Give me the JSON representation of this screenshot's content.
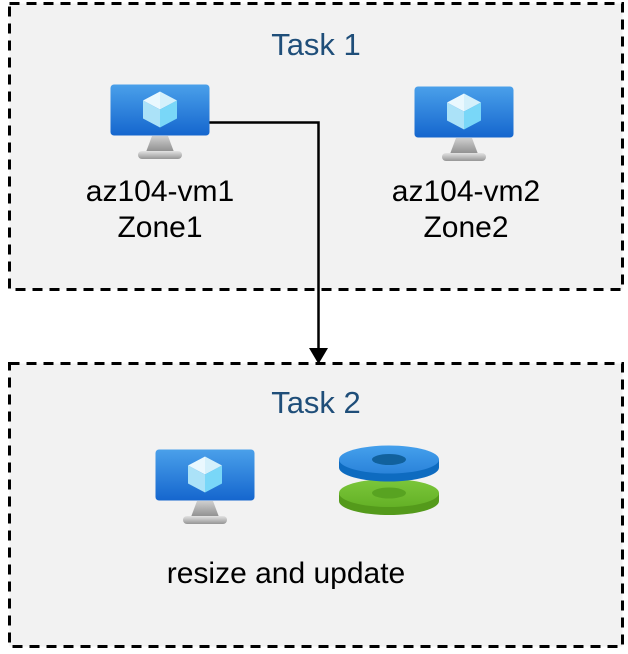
{
  "colors": {
    "box_background": "#f2f2f2",
    "box_border": "#000000",
    "title_text": "#1f4e79",
    "label_text": "#000000",
    "arrow": "#000000",
    "vm_screen_top": "#4aa0ea",
    "vm_screen_bottom": "#1566ce",
    "vm_cube_light": "#eaf8fe",
    "vm_cube_cyan": "#79d7f8",
    "disk_blue_top": "#3598e8",
    "disk_blue_side": "#0e6bc0",
    "disk_blue_hole": "#11619d",
    "disk_green_top": "#6fbe30",
    "disk_green_side": "#549a1b",
    "disk_green_hole": "#58a321"
  },
  "task1": {
    "title": "Task 1",
    "vm1": {
      "name": "az104-vm1",
      "zone": "Zone1"
    },
    "vm2": {
      "name": "az104-vm2",
      "zone": "Zone2"
    }
  },
  "task2": {
    "title": "Task 2",
    "caption": "resize and update"
  }
}
